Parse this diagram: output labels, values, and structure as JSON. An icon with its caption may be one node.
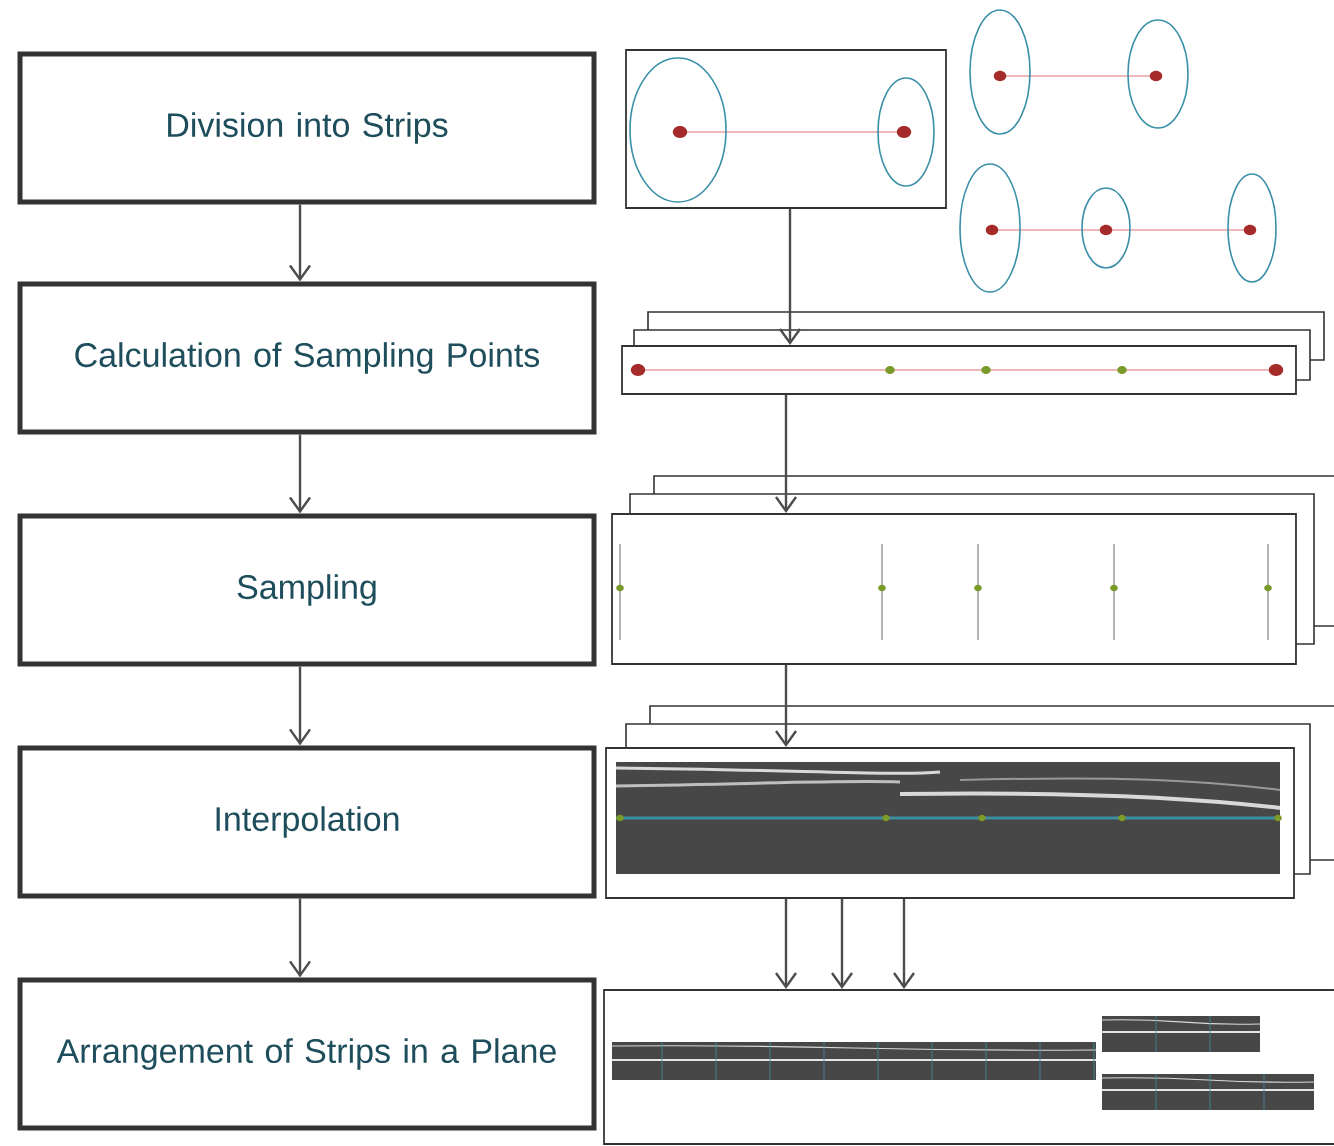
{
  "diagram": {
    "nodes": [
      {
        "text": [
          "Division into Strips"
        ]
      },
      {
        "text": [
          "Calculation of Sampling Points"
        ]
      },
      {
        "text": [
          "Sampling"
        ]
      },
      {
        "text": [
          "Interpolation"
        ]
      },
      {
        "text": [
          "Arrangement of Strips in a Plane"
        ]
      },
      {
        "text": [],
        "shape": "picture"
      },
      {
        "text": [],
        "shape": "picture"
      },
      {
        "text": [],
        "shape": "picture"
      },
      {
        "text": [],
        "shape": "picture"
      },
      {
        "text": [],
        "shape": "picture"
      }
    ],
    "edges": [
      {
        "from": 0,
        "to": 1,
        "arrow": "to"
      },
      {
        "from": 1,
        "to": 2,
        "arrow": "to"
      },
      {
        "from": 2,
        "to": 3,
        "arrow": "to"
      },
      {
        "from": 3,
        "to": 4,
        "arrow": "to"
      },
      {
        "from": 5,
        "to": 6,
        "arrow": "to"
      },
      {
        "from": 6,
        "to": 7,
        "arrow": "to"
      },
      {
        "from": 7,
        "to": 8,
        "arrow": "to"
      },
      {
        "from": 8,
        "to": 9,
        "arrow": "to"
      },
      {
        "from": 8,
        "to": 9,
        "arrow": "to"
      },
      {
        "from": 8,
        "to": 9,
        "arrow": "to"
      }
    ]
  }
}
